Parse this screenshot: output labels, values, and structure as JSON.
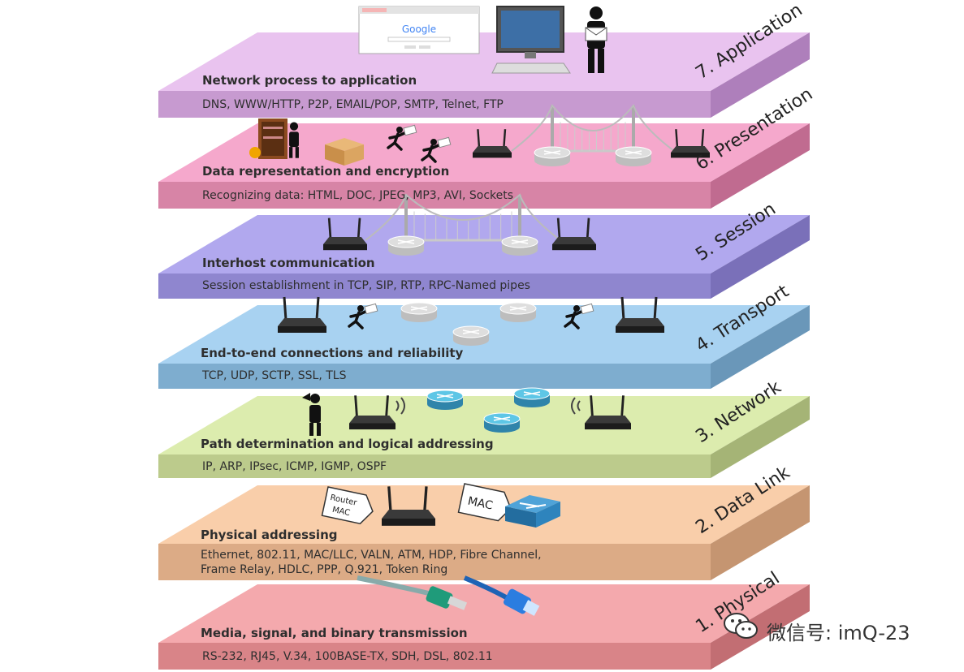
{
  "layers": [
    {
      "name": "7. Application",
      "title": "Network process to application",
      "protocols": [
        "DNS, WWW/HTTP, P2P, EMAIL/POP, SMTP, Telnet, FTP"
      ],
      "color_top": "#e9c3ef",
      "color_front": "#c79ad0",
      "color_side": "#ae7fbb"
    },
    {
      "name": "6. Presentation",
      "title": "Data representation and encryption",
      "protocols": [
        "Recognizing data: HTML, DOC, JPEG, MP3, AVI, Sockets"
      ],
      "color_top": "#f5a8cc",
      "color_front": "#d784a6",
      "color_side": "#c06b90"
    },
    {
      "name": "5. Session",
      "title": "Interhost communication",
      "protocols": [
        "Session establishment in TCP, SIP, RTP, RPC-Named pipes"
      ],
      "color_top": "#b1a8ee",
      "color_front": "#8f86cf",
      "color_side": "#7a70b9"
    },
    {
      "name": "4. Transport",
      "title": "End-to-end connections and reliability",
      "protocols": [
        "TCP, UDP, SCTP, SSL, TLS"
      ],
      "color_top": "#a8d2f1",
      "color_front": "#7eadcf",
      "color_side": "#6a97b9"
    },
    {
      "name": "3. Network",
      "title": "Path determination and logical addressing",
      "protocols": [
        "IP, ARP, IPsec, ICMP, IGMP, OSPF"
      ],
      "color_top": "#dcecae",
      "color_front": "#bccb8c",
      "color_side": "#a5b476"
    },
    {
      "name": "2. Data Link",
      "title": "Physical addressing",
      "protocols": [
        "Ethernet, 802.11, MAC/LLC, VALN, ATM, HDP, Fibre Channel,",
        "Frame Relay, HDLC,  PPP, Q.921, Token Ring"
      ],
      "color_top": "#f9ceaa",
      "color_front": "#dcab86",
      "color_side": "#c59571"
    },
    {
      "name": "1. Physical",
      "title": "Media, signal, and binary transmission",
      "protocols": [
        "RS-232, RJ45, V.34, 100BASE-TX, SDH, DSL, 802.11"
      ],
      "color_top": "#f4a9ad",
      "color_front": "#d98488",
      "color_side": "#c26e73"
    }
  ],
  "labels": {
    "google": "Google",
    "mac": "MAC",
    "router_mac": [
      "Router",
      "MAC"
    ]
  },
  "watermark": "微信号: imQ-23"
}
